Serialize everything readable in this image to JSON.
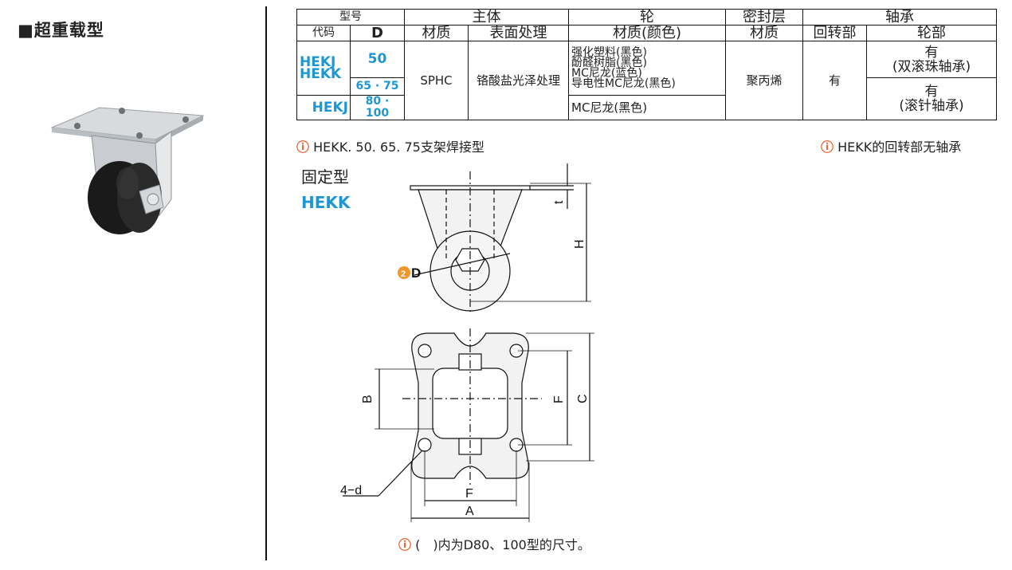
{
  "title": "■超重载型",
  "table": {
    "header1": {
      "type": "型号",
      "body": "主体",
      "wheel": "轮",
      "seal": "密封层",
      "bearing": "轴承"
    },
    "header2": {
      "code": "代码",
      "d": "D",
      "material": "材质",
      "surface": "表面处理",
      "wheel_material": "材质(颜色)",
      "seal_material": "材质",
      "swivel": "回转部",
      "wheel_part": "轮部"
    },
    "rows": {
      "code_a1": "HEKJ",
      "code_a2": "HEKK",
      "d_50": "50",
      "d_6575": "65 · 75",
      "code_b": "HEKJ",
      "d_80100": "80 · 100",
      "material": "SPHC",
      "surface": "铬酸盐光泽处理",
      "wheel_mat_1": "强化塑料(黑色)",
      "wheel_mat_2": "酚醛树脂(黑色)",
      "wheel_mat_3": "MC尼龙(蓝色)",
      "wheel_mat_4": "导电性MC尼龙(黑色)",
      "wheel_mat_5": "MC尼龙(黑色)",
      "seal": "聚丙烯",
      "swivel": "有",
      "bearing_1a": "有",
      "bearing_1b": "(双滚珠轴承)",
      "bearing_2a": "有",
      "bearing_2b": "(滚针轴承)"
    }
  },
  "notes": {
    "left": "HEKK. 50. 65. 75支架焊接型",
    "right": "HEKK的回转部无轴承",
    "bottom": "(　)内为D80、100型的尺寸。",
    "icon": "!"
  },
  "labels": {
    "fixed": "固定型",
    "model": "HEKK"
  },
  "dims": {
    "t": "t",
    "h": "H",
    "d_num": "2",
    "d": "D",
    "b": "B",
    "f_side": "F",
    "c": "C",
    "d_holes": "4−d",
    "f_bottom": "F",
    "a": "A"
  },
  "colors": {
    "accent_blue": "#1d97d4",
    "warning": "#e8531b"
  }
}
